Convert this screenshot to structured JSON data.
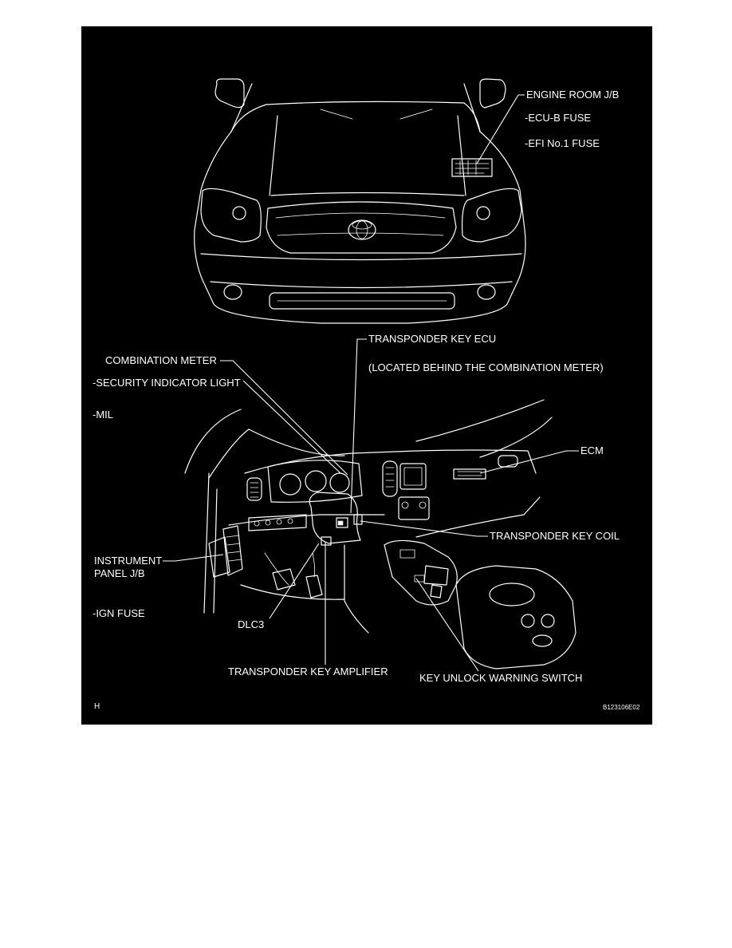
{
  "labels": {
    "engine_room_jb": "ENGINE ROOM J/B",
    "ecu_b_fuse": "-ECU-B FUSE",
    "efi_no1_fuse": "-EFI No.1 FUSE",
    "transponder_key_ecu": "TRANSPONDER KEY ECU",
    "located_behind": "(LOCATED BEHIND THE COMBINATION METER)",
    "combination_meter": "COMBINATION METER",
    "security_indicator_light": "-SECURITY INDICATOR LIGHT",
    "mil": "-MIL",
    "ecm": "ECM",
    "transponder_key_coil": "TRANSPONDER KEY COIL",
    "instrument_panel_jb_line1": "INSTRUMENT",
    "instrument_panel_jb_line2": "PANEL J/B",
    "ign_fuse": "-IGN FUSE",
    "dlc3": "DLC3",
    "transponder_key_amplifier": "TRANSPONDER KEY AMPLIFIER",
    "key_unlock_warning_switch": "KEY UNLOCK WARNING SWITCH"
  },
  "footer": {
    "corner_mark": "H",
    "figure_code": "B123106E02"
  },
  "colors": {
    "page_background": "#ffffff",
    "figure_background": "#000000",
    "line_color": "#ffffff"
  }
}
